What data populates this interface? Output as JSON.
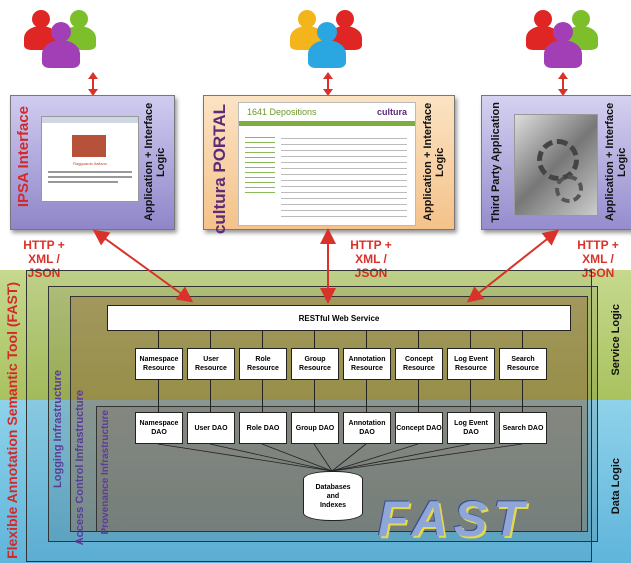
{
  "apps": [
    {
      "title": "IPSA Interface",
      "logic": "Application + Interface Logic",
      "screenshot_caption": "Ragguardo Italiano"
    },
    {
      "title": "cultura PORTAL",
      "logic": "Application + Interface Logic",
      "screenshot_title": "1641 Depositions",
      "brand": "cultura"
    },
    {
      "title": "Third Party Application",
      "logic": "Application + Interface Logic"
    }
  ],
  "protocols": [
    "HTTP + XML / JSON",
    "HTTP + XML / JSON",
    "HTTP + XML / JSON"
  ],
  "layers": {
    "service": "Service Logic",
    "data": "Data Logic",
    "fast": "Flexible Annotation Semantic Tool (FAST)",
    "logging": "Logging Infrastructure",
    "access": "Access Control Infrastructure",
    "provenance": "Provenance Infrastructure"
  },
  "restful": "RESTful Web Service",
  "resources": [
    "Namespace Resource",
    "User Resource",
    "Role Resource",
    "Group Resource",
    "Annotation Resource",
    "Concept Resource",
    "Log Event Resource",
    "Search Resource"
  ],
  "daos": [
    "Namespace DAO",
    "User DAO",
    "Role DAO",
    "Group DAO",
    "Annotation DAO",
    "Concept DAO",
    "Log Event DAO",
    "Search DAO"
  ],
  "database": "Databases and Indexes",
  "logo": "FAST",
  "colors": {
    "arrow": "#d8322b",
    "service": "#b5cc72",
    "data": "#6fbfe0"
  }
}
